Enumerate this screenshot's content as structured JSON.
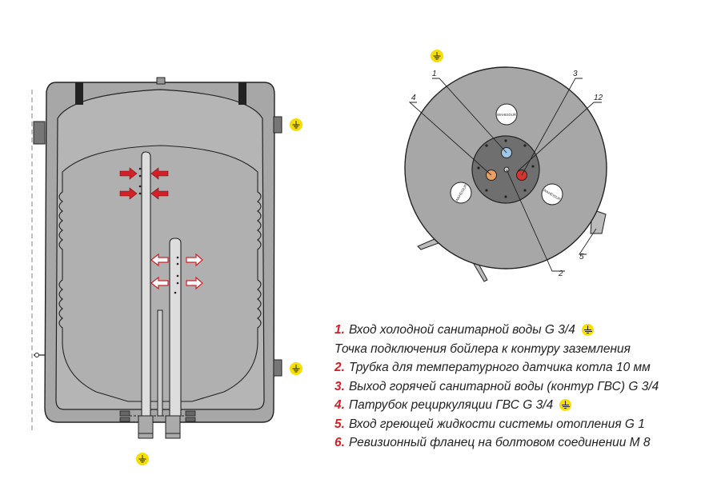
{
  "diagram": {
    "legend": [
      {
        "num": "1.",
        "text": "Вход холодной санитарной воды G 3/4",
        "ground": true
      },
      {
        "num": "",
        "text": "Точка подключения бойлера к контуру заземления",
        "ground": false
      },
      {
        "num": "2.",
        "text": "Трубка для температурного датчика котла 10 мм",
        "ground": false
      },
      {
        "num": "3.",
        "text": "Выход горячей санитарной воды (контур ГВС) G 3/4",
        "ground": false
      },
      {
        "num": "4.",
        "text": "Патрубок рециркуляции ГВС G 3/4",
        "ground": true
      },
      {
        "num": "5.",
        "text": "Вход греющей жидкости системы отопления G 1",
        "ground": false
      },
      {
        "num": "6.",
        "text": "Ревизионный фланец на болтовом соединении М 8",
        "ground": false
      }
    ],
    "top_view_callouts": [
      "1",
      "3",
      "4",
      "12",
      "2",
      "5"
    ],
    "badge_labels": [
      "WAHEIDUR",
      "WAHEIDUR",
      "WAHEIDUR"
    ],
    "colors": {
      "accent_red": "#d12027",
      "ground_yellow": "#f5de00",
      "body_gray": "#a7a7a7",
      "flange_gray": "#6f6f6f",
      "cold_blue": "#9fc8e8",
      "recirc_orange": "#e9a064",
      "hot_red": "#d6352f"
    }
  }
}
